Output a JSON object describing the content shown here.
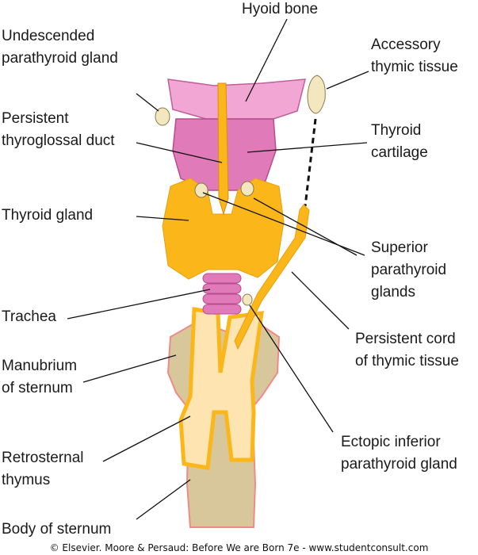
{
  "labels": {
    "hyoid_bone": [
      "Hyoid bone"
    ],
    "undescended_parathyroid": [
      "Undescended",
      "parathyroid gland"
    ],
    "accessory_thymic": [
      "Accessory",
      "thymic tissue"
    ],
    "thyroglossal_duct": [
      "Persistent",
      "thyroglossal duct"
    ],
    "thyroid_cartilage": [
      "Thyroid",
      "cartilage"
    ],
    "thyroid_gland": [
      "Thyroid gland"
    ],
    "superior_parathyroid": [
      "Superior",
      "parathyroid",
      "glands"
    ],
    "trachea": [
      "Trachea"
    ],
    "cord_thymic": [
      "Persistent cord",
      "of thymic tissue"
    ],
    "manubrium": [
      "Manubrium",
      "of sternum"
    ],
    "ectopic_parathyroid": [
      "Ectopic inferior",
      "parathyroid gland"
    ],
    "retrosternal_thymus": [
      "Retrosternal",
      "thymus"
    ],
    "body_sternum": [
      "Body of sternum"
    ]
  },
  "footer": "© Elsevier. Moore & Persaud: Before We are Born 7e - www.studentconsult.com",
  "colors": {
    "thyroid": "#fbb61a",
    "cartilage": "#e07ab8",
    "hyoid": "#f2a6d4",
    "sternum": "#d8c79a",
    "thymus_light": "#fde4b0",
    "parathyroid": "#f3e7bf"
  }
}
